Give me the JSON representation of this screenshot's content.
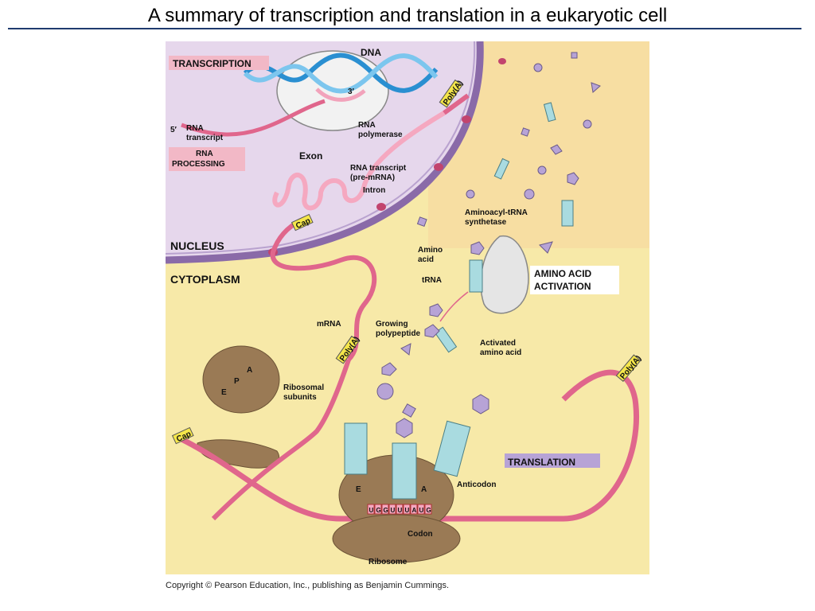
{
  "slide": {
    "title": "A summary of transcription and translation in a eukaryotic cell",
    "copyright": "Copyright © Pearson Education, Inc., publishing as Benjamin Cummings."
  },
  "colors": {
    "cytoplasm": "#f7e9a8",
    "nucleus": "#e6d7ec",
    "membrane": "#8a6aa8",
    "mrna": "#e0668c",
    "ribosome": "#9a7a55",
    "trna": "#a9dbe0",
    "amino": "#b7a3d6",
    "header_box": "#f2b8c6"
  },
  "diagram": {
    "labels": {
      "transcription": "TRANSCRIPTION",
      "dna": "DNA",
      "three_prime": "3′",
      "five_prime": "5′",
      "rna_transcript_1": "RNA",
      "rna_transcript_2": "transcript",
      "rna_polymerase_1": "RNA",
      "rna_polymerase_2": "polymerase",
      "rna_processing_1": "RNA",
      "rna_processing_2": "PROCESSING",
      "exon": "Exon",
      "pre_mrna_1": "RNA transcript",
      "pre_mrna_2": "(pre-mRNA)",
      "intron": "Intron",
      "cap": "Cap",
      "poly_a": "Poly(A)",
      "nucleus": "NUCLEUS",
      "cytoplasm": "CYTOPLASM",
      "synthetase_1": "Aminoacyl-tRNA",
      "synthetase_2": "synthetase",
      "amino_acid_1": "Amino",
      "amino_acid_2": "acid",
      "trna": "tRNA",
      "activation_1": "AMINO ACID",
      "activation_2": "ACTIVATION",
      "mrna": "mRNA",
      "growing_1": "Growing",
      "growing_2": "polypeptide",
      "activated_1": "Activated",
      "activated_2": "amino acid",
      "ribosomal_1": "Ribosomal",
      "ribosomal_2": "subunits",
      "site_a": "A",
      "site_p": "P",
      "site_e": "E",
      "translation": "TRANSLATION",
      "anticodon": "Anticodon",
      "codon": "Codon",
      "ribosome": "Ribosome"
    },
    "codon_letters": [
      "U",
      "G",
      "G",
      "U",
      "U",
      "U",
      "A",
      "U",
      "G"
    ]
  }
}
